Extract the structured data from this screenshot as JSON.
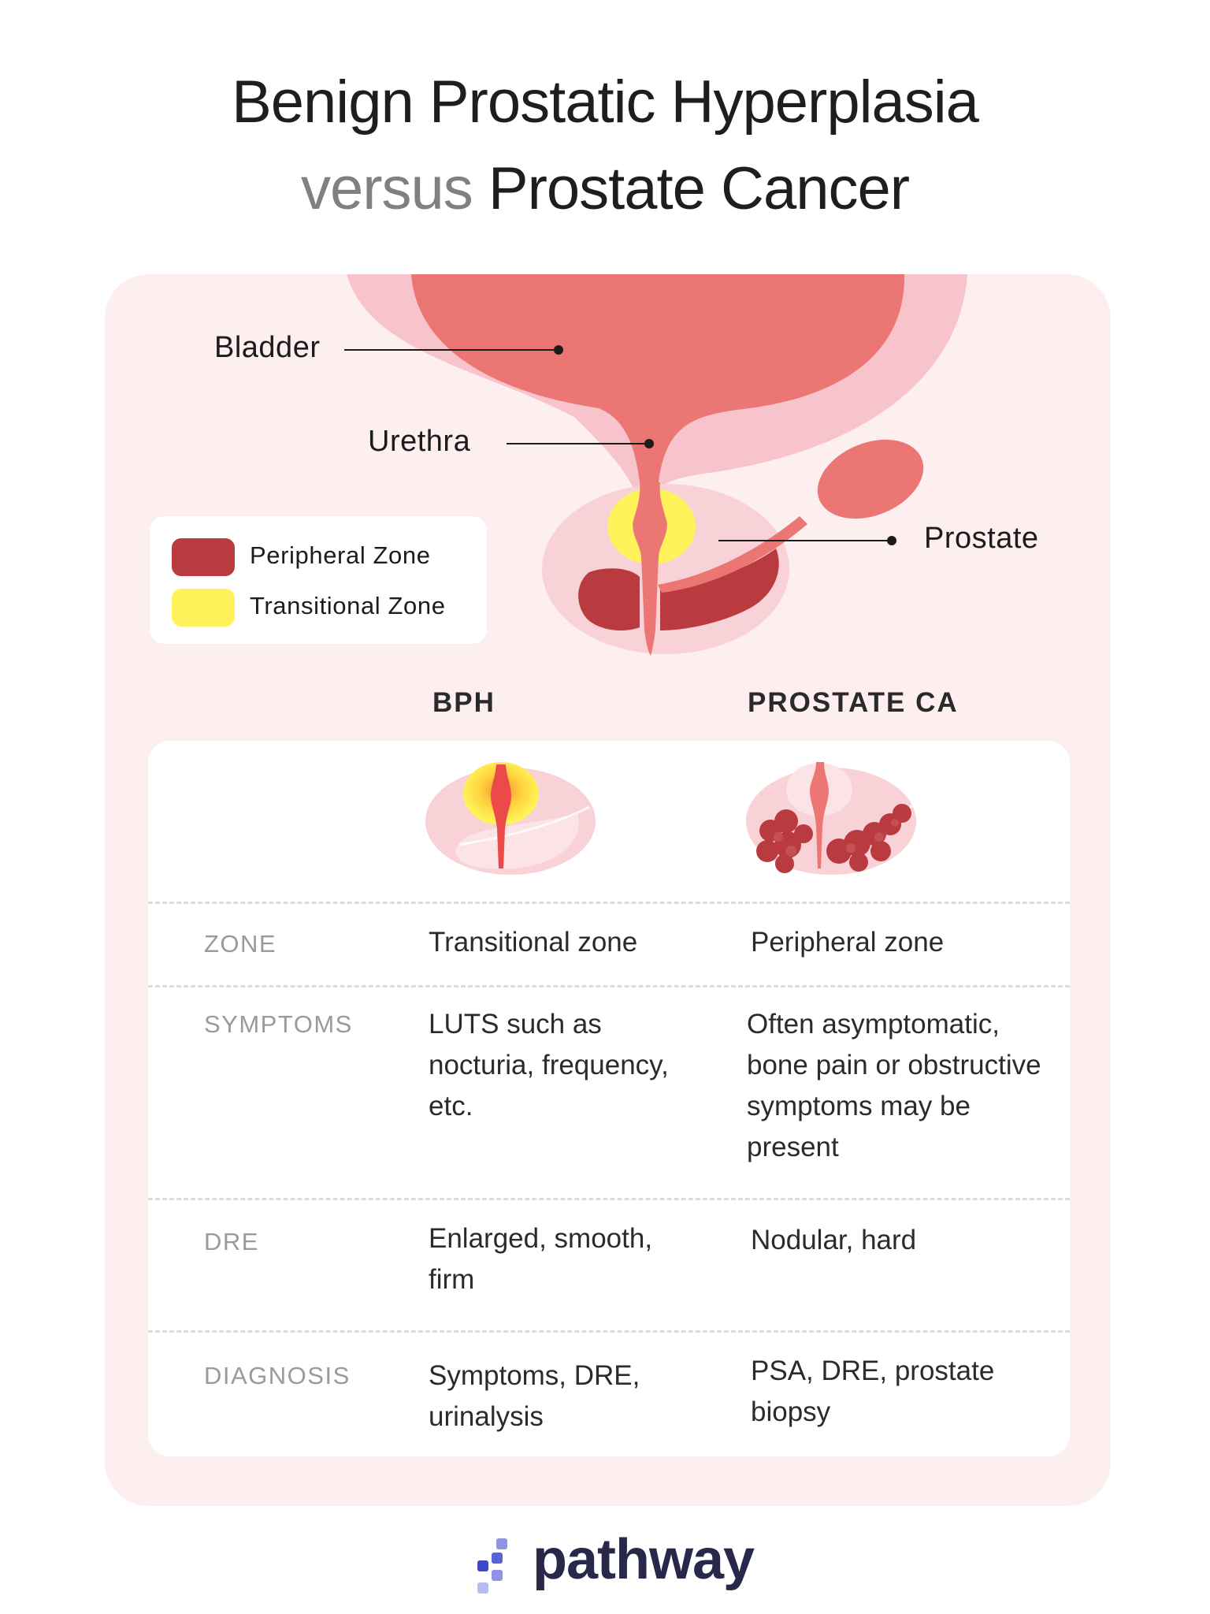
{
  "title": {
    "line1": "Benign Prostatic Hyperplasia",
    "line2_muted": "versus",
    "line2_rest": "Prostate Cancer"
  },
  "anatomy": {
    "bladder_label": "Bladder",
    "urethra_label": "Urethra",
    "prostate_label": "Prostate"
  },
  "legend": {
    "items": [
      {
        "label": "Peripheral Zone",
        "color": "#b93b3f"
      },
      {
        "label": "Transitional Zone",
        "color": "#fff25a"
      }
    ]
  },
  "columns": {
    "bph": "BPH",
    "ca": "PROSTATE CA"
  },
  "rows": [
    {
      "label": "ZONE",
      "bph": "Transitional zone",
      "ca": "Peripheral zone"
    },
    {
      "label": "SYMPTOMS",
      "bph": "LUTS such as\nnocturia, frequency,\netc.",
      "ca": "Often asymptomatic,\nbone pain or obstructive\nsymptoms may be\npresent"
    },
    {
      "label": "DRE",
      "bph": "Enlarged, smooth,\nfirm",
      "ca": "Nodular, hard"
    },
    {
      "label": "DIAGNOSIS",
      "bph": "Symptoms, DRE,\nurinalysis",
      "ca": "PSA, DRE, prostate\nbiopsy"
    }
  ],
  "logo": {
    "text": "pathway",
    "color": "#28284a"
  },
  "colors": {
    "bladder": "#ec7674",
    "bladder_wall": "#f6c4ca",
    "prostate": "#f8d2d6",
    "peripheral": "#b93b3f",
    "transitional": "#fff25a",
    "panel": "#fdeef0"
  }
}
